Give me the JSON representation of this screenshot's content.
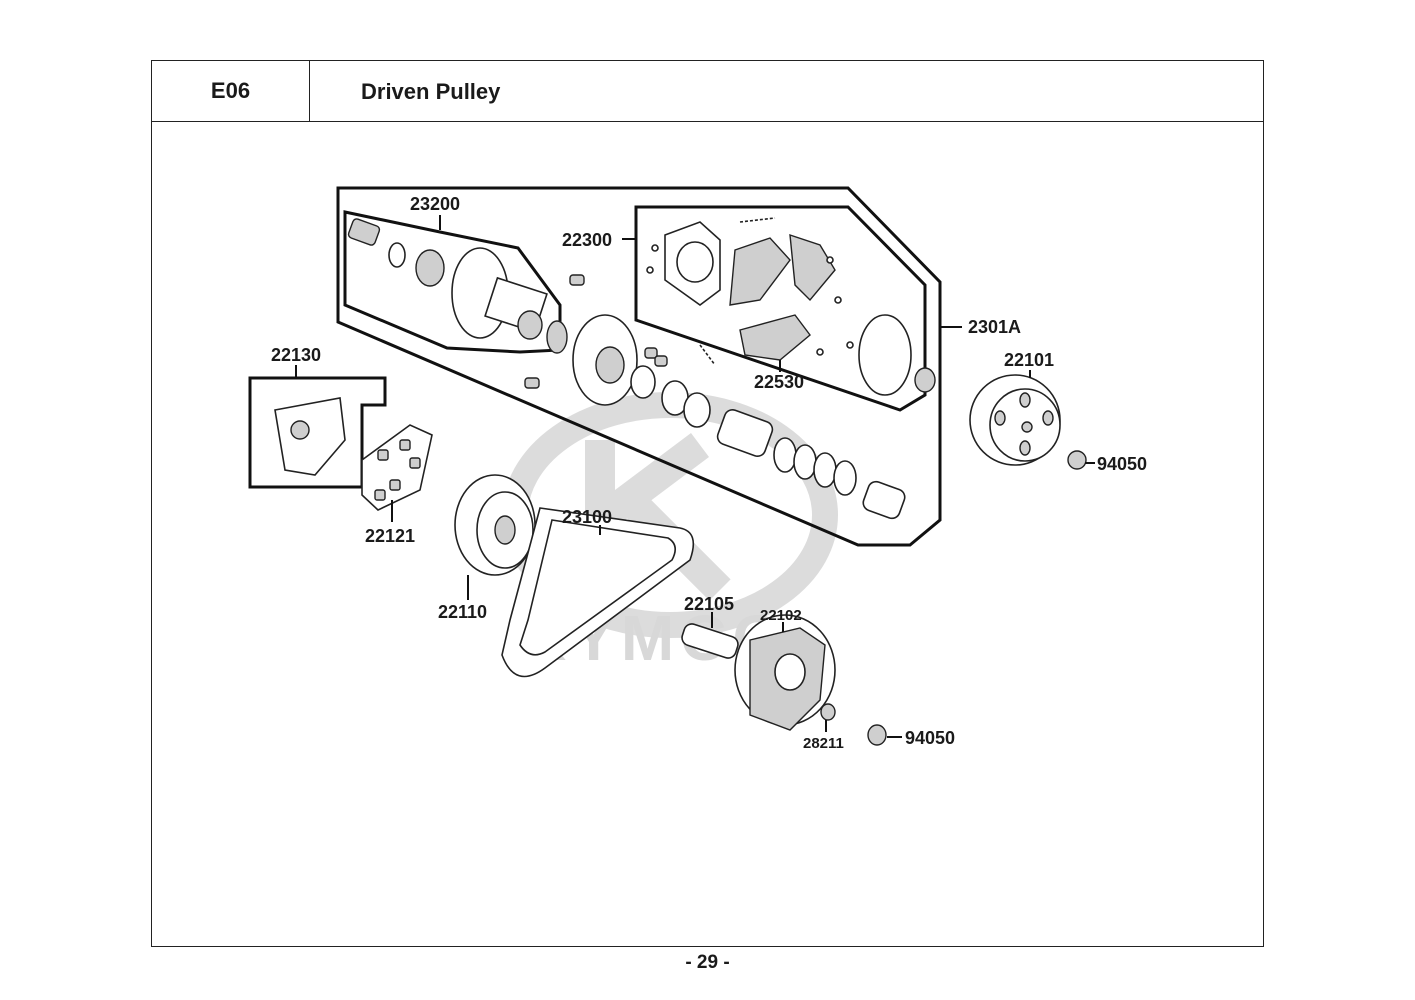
{
  "header": {
    "code": "E06",
    "title": "Driven Pulley"
  },
  "watermark": {
    "text": "KYMCO"
  },
  "footer": {
    "page": "- 29 -"
  },
  "parts": {
    "p23200": "23200",
    "p22300": "22300",
    "p2301A": "2301A",
    "p22101": "22101",
    "p94050a": "94050",
    "p22130": "22130",
    "p22530": "22530",
    "p22121": "22121",
    "p23100": "23100",
    "p22110": "22110",
    "p22105": "22105",
    "p22102": "22102",
    "p28211": "28211",
    "p94050b": "94050"
  }
}
